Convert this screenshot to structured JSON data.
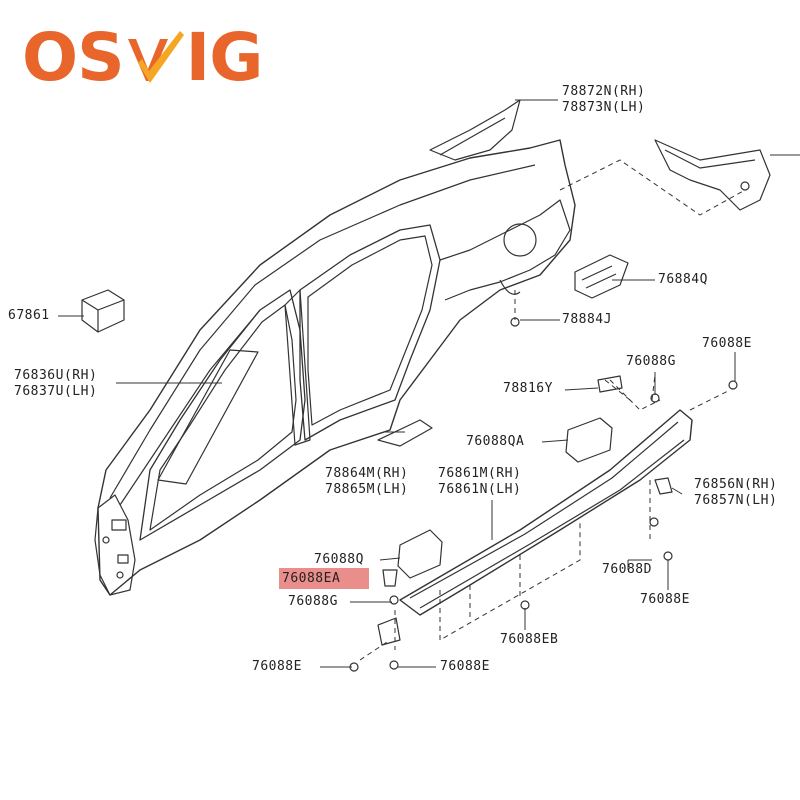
{
  "logo": {
    "text_left": "OS",
    "text_middle": "V",
    "text_right": "IG",
    "colors": {
      "primary": "#e8652b",
      "check": "#f5a623"
    }
  },
  "highlight_color": "#e67a78",
  "parts": [
    {
      "id": "p1",
      "lines": [
        "78872N(RH)",
        "78873N(LH)"
      ]
    },
    {
      "id": "p2",
      "lines": [
        "76884Q"
      ]
    },
    {
      "id": "p3",
      "lines": [
        "78884J"
      ]
    },
    {
      "id": "p4",
      "lines": [
        "67861"
      ]
    },
    {
      "id": "p5",
      "lines": [
        "76836U(RH)",
        "76837U(LH)"
      ]
    },
    {
      "id": "p6",
      "lines": [
        "76088G"
      ]
    },
    {
      "id": "p7",
      "lines": [
        "76088E"
      ]
    },
    {
      "id": "p8",
      "lines": [
        "78816Y"
      ]
    },
    {
      "id": "p9",
      "lines": [
        "76088QA"
      ]
    },
    {
      "id": "p10",
      "lines": [
        "78864M(RH)",
        "78865M(LH)"
      ]
    },
    {
      "id": "p11",
      "lines": [
        "76861M(RH)",
        "76861N(LH)"
      ]
    },
    {
      "id": "p12",
      "lines": [
        "76856N(RH)",
        "76857N(LH)"
      ]
    },
    {
      "id": "p13",
      "lines": [
        "76088Q"
      ]
    },
    {
      "id": "p14",
      "lines": [
        "76088EA"
      ]
    },
    {
      "id": "p15",
      "lines": [
        "76088G"
      ]
    },
    {
      "id": "p16",
      "lines": [
        "76088D"
      ]
    },
    {
      "id": "p17",
      "lines": [
        "76088E"
      ]
    },
    {
      "id": "p18",
      "lines": [
        "76088EB"
      ]
    },
    {
      "id": "p19",
      "lines": [
        "76088E"
      ]
    },
    {
      "id": "p20",
      "lines": [
        "76088E"
      ]
    }
  ]
}
